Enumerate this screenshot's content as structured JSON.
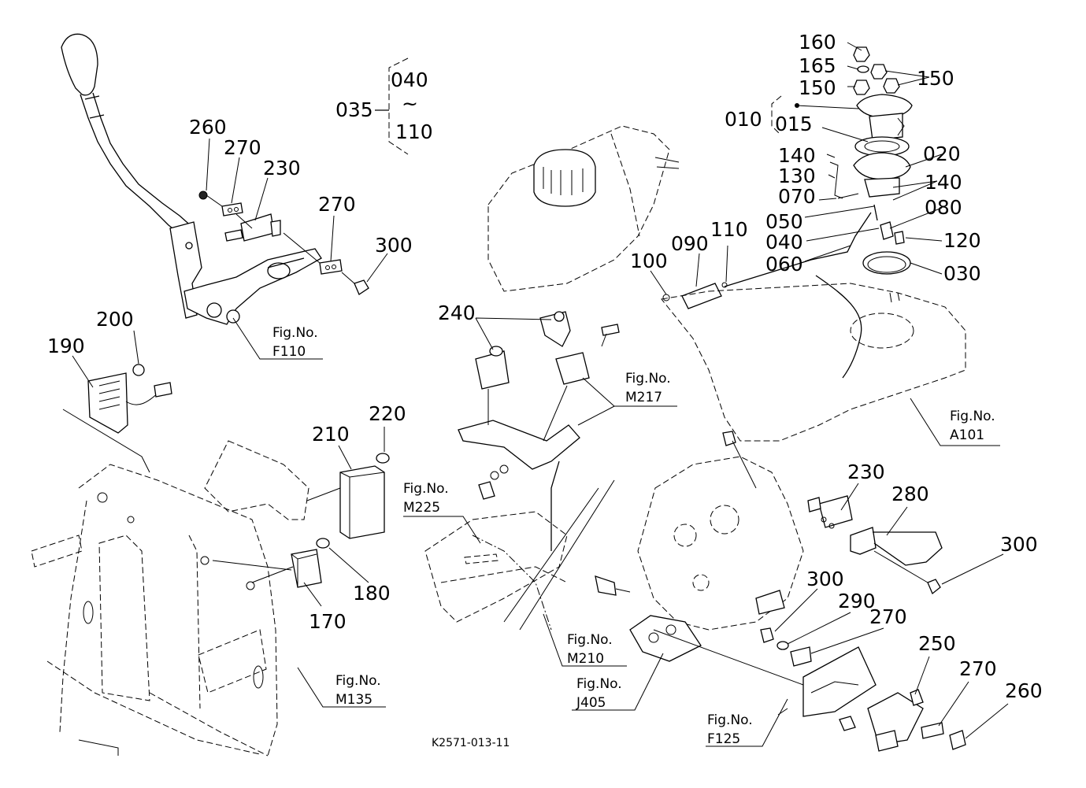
{
  "diagram": {
    "drawing_id": "K2571-013-11",
    "callouts": {
      "c035": "035",
      "c040": "040",
      "c110_range": "110",
      "tilde": "~",
      "c260a": "260",
      "c270a": "270",
      "c230a": "230",
      "c270b": "270",
      "c300a": "300",
      "c200": "200",
      "c190": "190",
      "c220": "220",
      "c210": "210",
      "c180": "180",
      "c170": "170",
      "c240": "240",
      "c160": "160",
      "c165": "165",
      "c150a": "150",
      "c150b": "150",
      "c010": "010",
      "c015": "015",
      "c140a": "140",
      "c020": "020",
      "c130": "130",
      "c140b": "140",
      "c070": "070",
      "c080": "080",
      "c050": "050",
      "c040b": "040",
      "c120": "120",
      "c090": "090",
      "c110": "110",
      "c060": "060",
      "c100": "100",
      "c030": "030",
      "c230b": "230",
      "c280": "280",
      "c300b": "300",
      "c300c": "300",
      "c290": "290",
      "c270c": "270",
      "c250": "250",
      "c270d": "270",
      "c260b": "260"
    },
    "figure_refs": [
      {
        "label": "Fig.No.",
        "code": "F110"
      },
      {
        "label": "Fig.No.",
        "code": "M217"
      },
      {
        "label": "Fig.No.",
        "code": "A101"
      },
      {
        "label": "Fig.No.",
        "code": "M225"
      },
      {
        "label": "Fig.No.",
        "code": "M210"
      },
      {
        "label": "Fig.No.",
        "code": "M135"
      },
      {
        "label": "Fig.No.",
        "code": "J405"
      },
      {
        "label": "Fig.No.",
        "code": "F125"
      }
    ]
  }
}
